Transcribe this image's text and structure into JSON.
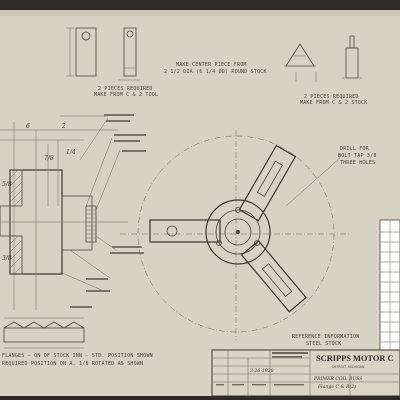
{
  "title_block": {
    "company": "SCRIPPS MOTOR C",
    "location": "DETROIT, MICHIGAN",
    "part_name_line1": "PRIMER COIL BUSS",
    "part_name_line2": "Flange C & R(2)",
    "date": "3-26-1920"
  },
  "notes": {
    "brace_top_left_line1": "2 PIECES REQUIRED",
    "brace_top_left_line2": "MAKE FROM C & 2 TOOL",
    "center_note_line1": "MAKE CENTER PIECE FROM",
    "center_note_line2": "2 1/2 DIA (6 1/4 OD) ROUND STOCK",
    "brace_top_right_line1": "2 PIECES REQUIRED",
    "brace_top_right_line2": "MAKE FROM C & 2 STOCK",
    "drill_note_line1": "DRILL FOR",
    "drill_note_line2": "BOLT TAP 3/8",
    "drill_note_line3": "THREE HOLES",
    "reference_note_line1": "REFERENCE INFORMATION",
    "reference_note_line2": "STEEL STOCK",
    "bottom_note_line1": "FLANGES - ON OF STOCK INN - STD. POSITION SHOWN",
    "bottom_note_line2": "REQUIRED POSITION ON A. 1/8 ROTATED AS SHOWN"
  },
  "dimensions": [
    "6",
    "2",
    "7/8",
    "5/8",
    "1/4",
    "3/8"
  ]
}
